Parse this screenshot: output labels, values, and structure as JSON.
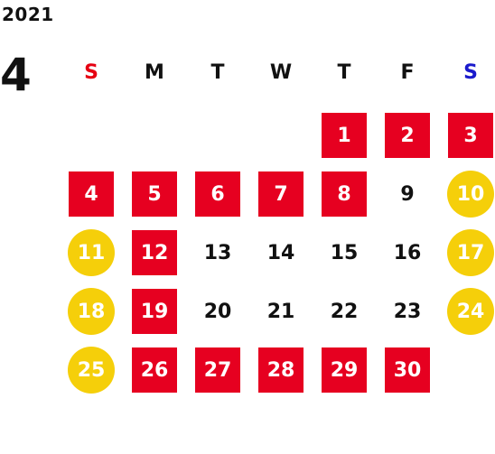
{
  "header": {
    "year": "2021",
    "month": "4"
  },
  "colors": {
    "holiday_red": "#e60020",
    "weekend_yellow": "#f5cf0a",
    "sunday_label": "#e60012",
    "saturday_label": "#1a1acc",
    "text_dark": "#111111"
  },
  "weekdays": [
    {
      "label": "S",
      "color": "#e60012"
    },
    {
      "label": "M",
      "color": "#111111"
    },
    {
      "label": "T",
      "color": "#111111"
    },
    {
      "label": "W",
      "color": "#111111"
    },
    {
      "label": "T",
      "color": "#111111"
    },
    {
      "label": "F",
      "color": "#111111"
    },
    {
      "label": "S",
      "color": "#1a1acc"
    }
  ],
  "days": [
    {
      "day": "1",
      "style": "red"
    },
    {
      "day": "2",
      "style": "red"
    },
    {
      "day": "3",
      "style": "red"
    },
    {
      "day": "4",
      "style": "red"
    },
    {
      "day": "5",
      "style": "red"
    },
    {
      "day": "6",
      "style": "red"
    },
    {
      "day": "7",
      "style": "red"
    },
    {
      "day": "8",
      "style": "red"
    },
    {
      "day": "9",
      "style": "plain"
    },
    {
      "day": "10",
      "style": "yellow"
    },
    {
      "day": "11",
      "style": "yellow"
    },
    {
      "day": "12",
      "style": "red"
    },
    {
      "day": "13",
      "style": "plain"
    },
    {
      "day": "14",
      "style": "plain"
    },
    {
      "day": "15",
      "style": "plain"
    },
    {
      "day": "16",
      "style": "plain"
    },
    {
      "day": "17",
      "style": "yellow"
    },
    {
      "day": "18",
      "style": "yellow"
    },
    {
      "day": "19",
      "style": "red"
    },
    {
      "day": "20",
      "style": "plain"
    },
    {
      "day": "21",
      "style": "plain"
    },
    {
      "day": "22",
      "style": "plain"
    },
    {
      "day": "23",
      "style": "plain"
    },
    {
      "day": "24",
      "style": "yellow"
    },
    {
      "day": "25",
      "style": "yellow"
    },
    {
      "day": "26",
      "style": "red"
    },
    {
      "day": "27",
      "style": "red"
    },
    {
      "day": "28",
      "style": "red"
    },
    {
      "day": "29",
      "style": "red"
    },
    {
      "day": "30",
      "style": "red"
    }
  ]
}
